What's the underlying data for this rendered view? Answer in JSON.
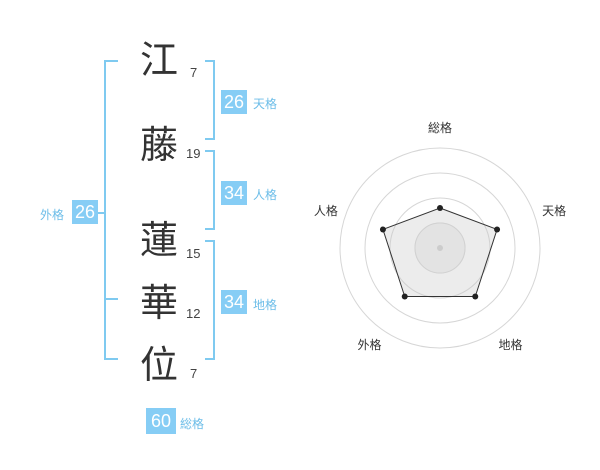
{
  "name_chars": [
    {
      "char": "江",
      "strokes": "7"
    },
    {
      "char": "藤",
      "strokes": "19"
    },
    {
      "char": "蓮",
      "strokes": "15"
    },
    {
      "char": "華",
      "strokes": "12"
    },
    {
      "char": "位",
      "strokes": "7"
    }
  ],
  "fortunes": {
    "tenkaku": {
      "value": "26",
      "label": "天格"
    },
    "jinkaku": {
      "value": "34",
      "label": "人格"
    },
    "chikaku": {
      "value": "34",
      "label": "地格"
    },
    "gaikaku": {
      "value": "26",
      "label": "外格"
    },
    "soukaku": {
      "value": "60",
      "label": "総格"
    }
  },
  "chart_data": {
    "type": "radar",
    "axes": [
      "総格",
      "天格",
      "地格",
      "外格",
      "人格"
    ],
    "values": [
      2,
      3,
      3,
      3,
      3
    ],
    "max": 5,
    "grid_rings": 4
  },
  "colors": {
    "accent": "#86cdf5",
    "bracket": "#7fcaf0",
    "label": "#6cbde8"
  }
}
